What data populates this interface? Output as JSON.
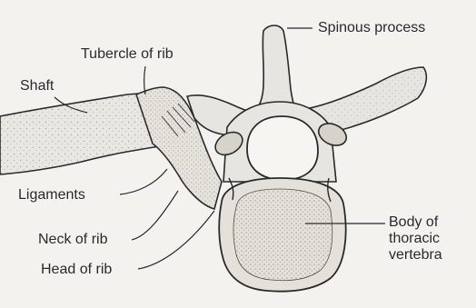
{
  "labels": {
    "spinous_process": "Spinous process",
    "tubercle_of_rib": "Tubercle of rib",
    "shaft": "Shaft",
    "ligaments": "Ligaments",
    "neck_of_rib": "Neck of rib",
    "head_of_rib": "Head of rib",
    "body_of_thoracic_vertebra": [
      "Body of",
      "thoracic",
      "vertebra"
    ]
  },
  "colors": {
    "ink": "#2a2a2a",
    "paper": "#f3f2ee",
    "bone_fill": "#e7e5df",
    "stipple": "#7a7a7a"
  }
}
